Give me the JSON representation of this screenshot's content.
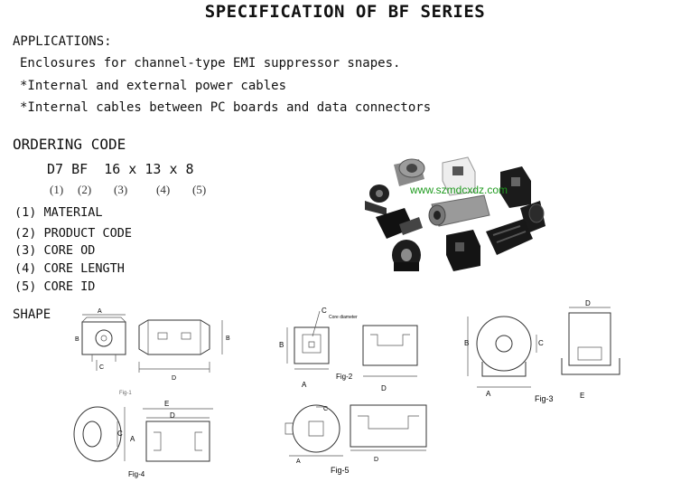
{
  "title": "SPECIFICATION OF BF SERIES",
  "applications": {
    "heading": "APPLICATIONS:",
    "lines": [
      "Enclosures for channel-type EMI suppressor snapes.",
      "*Internal and external power cables",
      "*Internal cables between PC boards and data connectors"
    ]
  },
  "ordering": {
    "heading": "ORDERING CODE",
    "code": "D7 BF  16 x 13 x 8",
    "indexes": [
      "(1)",
      "(2)",
      "(3)",
      "(4)",
      "(5)"
    ],
    "items": [
      "(1) MATERIAL",
      "(2) PRODUCT CODE",
      "(3) CORE OD",
      "(4) CORE LENGTH",
      "(5) CORE ID"
    ]
  },
  "photo": {
    "watermark": "www.szmdcxdz.com",
    "watermark_color": "#1e9a1e"
  },
  "shape": {
    "heading": "SHAPE",
    "fig1": {
      "caption": "Fig-1",
      "labels": [
        "A",
        "B",
        "C",
        "D",
        "B"
      ]
    },
    "fig2": {
      "caption": "Fig-2",
      "labels": [
        "C",
        "Core diameter",
        "B",
        "A",
        "D"
      ]
    },
    "fig3": {
      "caption": "Fig-3",
      "labels": [
        "B",
        "C",
        "A",
        "D",
        "E"
      ]
    },
    "fig4": {
      "caption": "Fig-4",
      "labels": [
        "C",
        "A",
        "E",
        "D"
      ]
    },
    "fig5": {
      "caption": "Fig-5",
      "labels": [
        "C",
        "A",
        "D"
      ]
    }
  }
}
